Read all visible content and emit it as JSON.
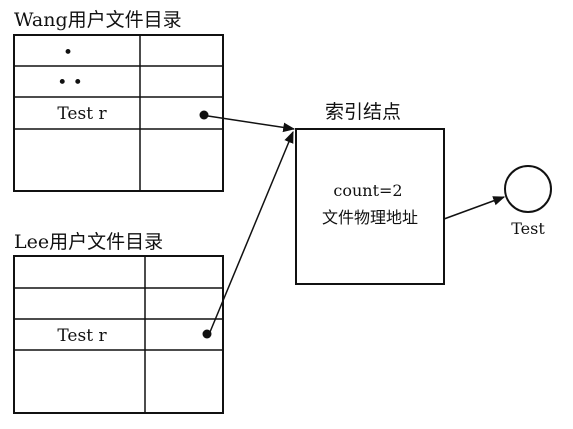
{
  "wang_directory": {
    "title": "Wang用户文件目录",
    "rows": [
      "•",
      "• •",
      "Test r",
      ""
    ]
  },
  "lee_directory": {
    "title": "Lee用户文件目录",
    "rows": [
      "",
      "",
      "Test r",
      ""
    ]
  },
  "index_node": {
    "title": "索引结点",
    "count_text": "count=2",
    "address_text": "文件物理地址"
  },
  "file_node": {
    "label": "Test"
  }
}
